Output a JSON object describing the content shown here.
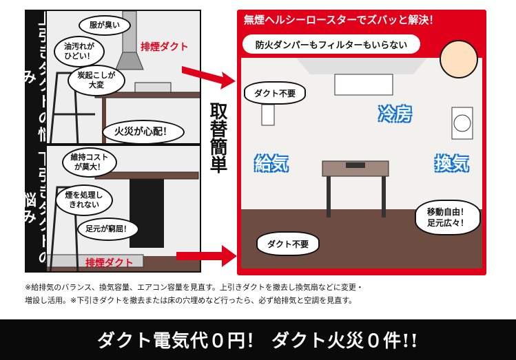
{
  "left_top": {
    "side_label": "上引きダクトの悩み",
    "bubbles": [
      "服が臭い",
      "油汚れが\nひどい！",
      "炭起こしが\n大変",
      "火災が心配！"
    ],
    "duct_label": "排煙ダクト"
  },
  "left_bottom": {
    "side_label": "下引きダクトの悩み",
    "bubbles": [
      "維持コスト\nが莫大！",
      "煙を処理し\nきれない",
      "足元が窮屈！"
    ],
    "duct_label": "排煙ダクト"
  },
  "center": {
    "label": "取替簡単"
  },
  "right": {
    "banner_title": "無煙ヘルシーロースターでズバッと解決！",
    "sub_banner": "防火ダンパーもフィルターもいらない",
    "top_burst": "ダクト不要",
    "bottom_burst": "ダクト不要",
    "cooling": "冷房",
    "supply": "給気",
    "exhaust": "換気",
    "free_move": "移動自由！\n足元広々！"
  },
  "notes": "※給排気のバランス、換気容量、エアコン容量を見直す。上引きダクトを撤去し換気扇などに変更・\n増設し活用。※下引きダクトを撤去または床の穴埋めなど行ったら、必ず給排気と空調を見直す。",
  "footer": "ダクト電気代０円！ ダクト火災０件!!",
  "colors": {
    "accent_red": "#e0001a",
    "blue": "#1e88e5",
    "footer_bg": "#0a0a0a"
  },
  "icons": [
    "arrow-right-icon",
    "smoke-duct-icon",
    "ceiling-vent-icon",
    "wall-fan-icon",
    "roaster-table-icon",
    "woman-avatar-icon"
  ]
}
